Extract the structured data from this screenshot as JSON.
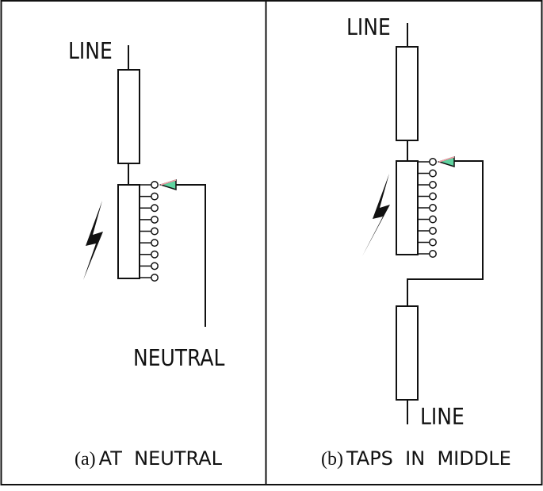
{
  "panel_a": {
    "line_label": "LINE",
    "neutral_label": "NEUTRAL",
    "caption_prefix": "(a)",
    "caption_text": "AT  NEUTRAL"
  },
  "panel_b": {
    "line_top_label": "LINE",
    "line_bottom_label": "LINE",
    "caption_prefix": "(b)",
    "caption_text": "TAPS  IN  MIDDLE"
  },
  "colors": {
    "stroke": "#111111",
    "selector_fill": "#5fd3a0",
    "selector_accent": "#f0a0a8"
  },
  "tap_count": 9
}
